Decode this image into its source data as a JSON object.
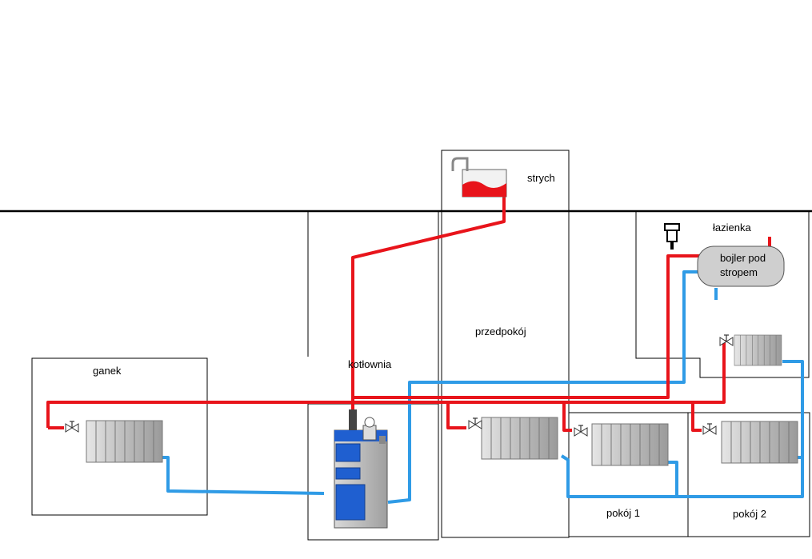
{
  "rooms": {
    "strych": "strych",
    "lazienka": "łazienka",
    "przedpokoj": "przedpokój",
    "kotlownia": "kotłownia",
    "ganek": "ganek",
    "pokoj1": "pokój 1",
    "pokoj2": "pokój 2"
  },
  "bojler": {
    "line1": "bojler pod",
    "line2": "stropem"
  },
  "colors": {
    "supply": "#e8141b",
    "return": "#2f9be6",
    "outline": "#000000",
    "radiator": "#bdbdbd",
    "boiler_blue": "#1f5fd0",
    "boiler_grey": "#c9c9c9",
    "tank_fill": "#e8141b"
  },
  "icons": [
    "expansion-tank-icon",
    "radiator-icon",
    "valve-icon",
    "solid-fuel-boiler-icon",
    "water-heater-icon",
    "safety-valve-icon"
  ]
}
